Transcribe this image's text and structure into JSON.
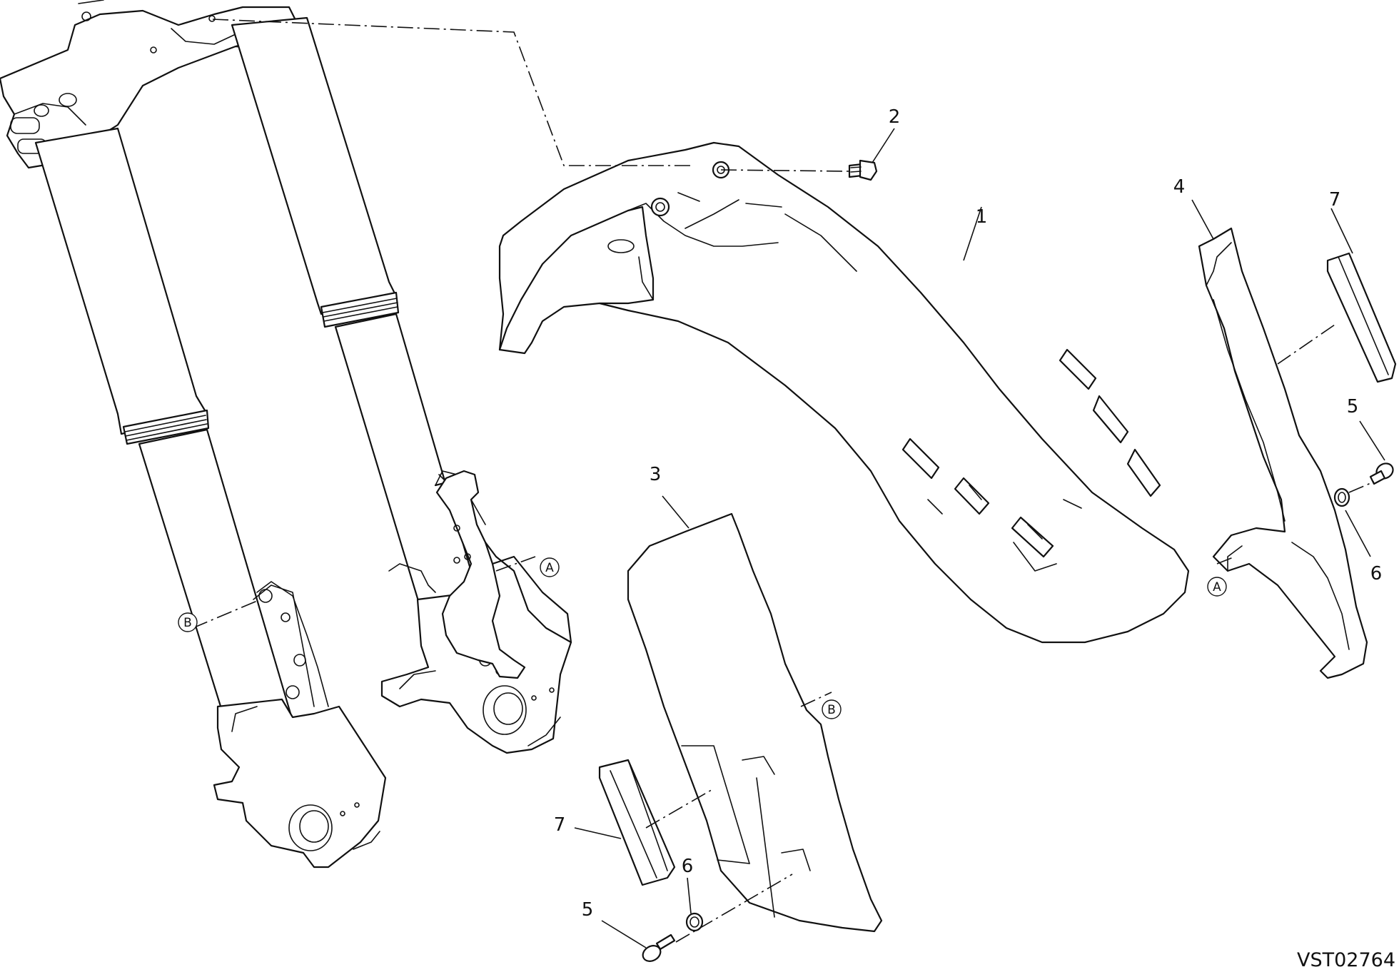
{
  "diagram": {
    "drawing_code": "VST02764",
    "callouts": {
      "c1": "1",
      "c2": "2",
      "c3": "3",
      "c4": "4",
      "c5_left": "5",
      "c5_right": "5",
      "c6_left": "6",
      "c6_right": "6",
      "c7_left": "7",
      "c7_right": "7"
    },
    "references": {
      "a_fork": "A",
      "a_guard": "A",
      "b_fork": "B",
      "b_guard": "B"
    }
  }
}
